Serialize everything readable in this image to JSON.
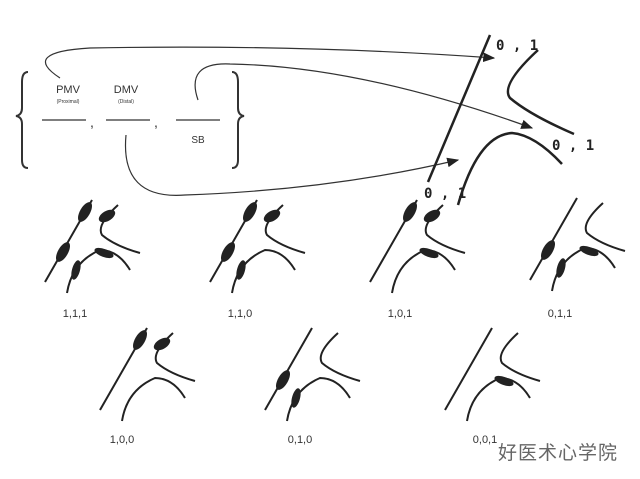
{
  "formula": {
    "pmv_label": "PMV",
    "pmv_sub": "(Proximal)",
    "dmv_label": "DMV",
    "dmv_sub": "(Distal)",
    "sb_label": "SB",
    "sep1": ",",
    "sep2": ","
  },
  "schema": {
    "label_top": "0 , 1",
    "label_right": "0 , 1",
    "label_bottom": "0 , 1"
  },
  "classes": [
    {
      "label": "1,1,1",
      "code": [
        1,
        1,
        1
      ]
    },
    {
      "label": "1,1,0",
      "code": [
        1,
        1,
        0
      ]
    },
    {
      "label": "1,0,1",
      "code": [
        1,
        0,
        1
      ]
    },
    {
      "label": "0,1,1",
      "code": [
        0,
        1,
        1
      ]
    },
    {
      "label": "1,0,0",
      "code": [
        1,
        0,
        0
      ]
    },
    {
      "label": "0,1,0",
      "code": [
        0,
        1,
        0
      ]
    },
    {
      "label": "0,0,1",
      "code": [
        0,
        0,
        1
      ]
    }
  ],
  "watermark": "好医术心学院"
}
